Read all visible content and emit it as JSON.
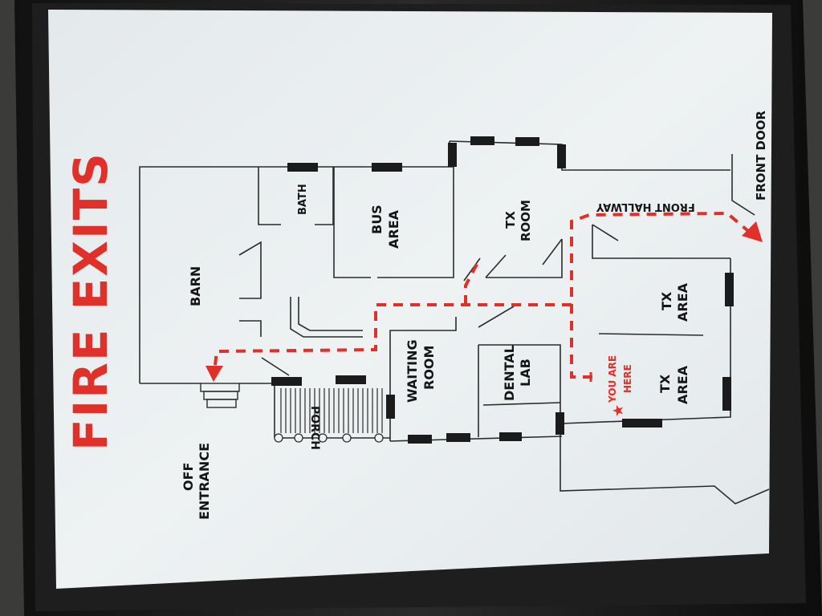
{
  "sign": {
    "title": "FIRE EXITS",
    "accent_color": "#e0302a",
    "paper_color": "#e9eef0",
    "frame_color": "#1a1a1a",
    "you_are_here_icon": "star-icon",
    "labels": {
      "front_door": "FRONT DOOR",
      "front_hallway": "FRONT HALLWAY",
      "tx_room_1": "TX",
      "tx_room_2": "ROOM",
      "bus_1": "BUS",
      "bus_2": "AREA",
      "bath": "BATH",
      "barn": "BARN",
      "waiting_1": "WAITING",
      "waiting_2": "ROOM",
      "dental_1": "DENTAL",
      "dental_2": "LAB",
      "you_1": "YOU ARE",
      "you_2": "HERE",
      "tx_area_a1": "TX",
      "tx_area_a2": "AREA",
      "tx_area_b1": "TX",
      "tx_area_b2": "AREA",
      "porch": "PORCH",
      "off_1": "OFF",
      "off_2": "ENTRANCE"
    }
  }
}
